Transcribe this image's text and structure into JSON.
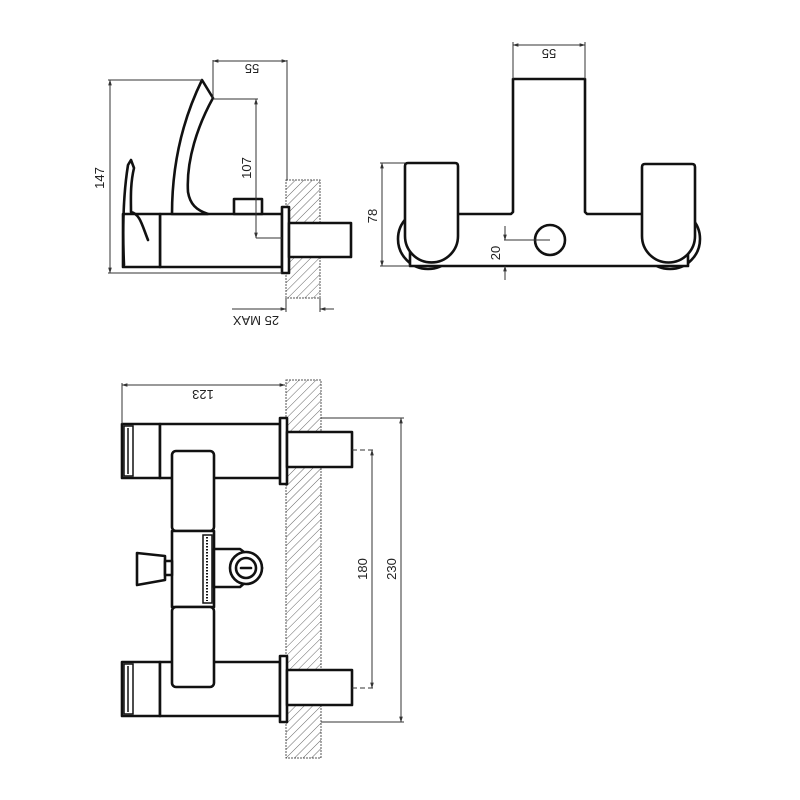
{
  "drawing": {
    "subject": "Wall-mounted bath/shower mixer tap – technical dimension drawing",
    "units": "mm",
    "colors": {
      "line": "#111111",
      "dimension": "#333333",
      "background": "#ffffff",
      "hatch": "#666666"
    }
  },
  "views": {
    "side": {
      "dimensions": {
        "spout_projection": "55",
        "overall_height": "147",
        "spout_height": "107",
        "wall_thickness": "25 MAX"
      }
    },
    "front": {
      "dimensions": {
        "spout_width": "55",
        "body_height": "78",
        "outlet_offset": "20"
      }
    },
    "top": {
      "dimensions": {
        "depth": "123",
        "centers": "180",
        "overall_width": "230"
      }
    }
  }
}
